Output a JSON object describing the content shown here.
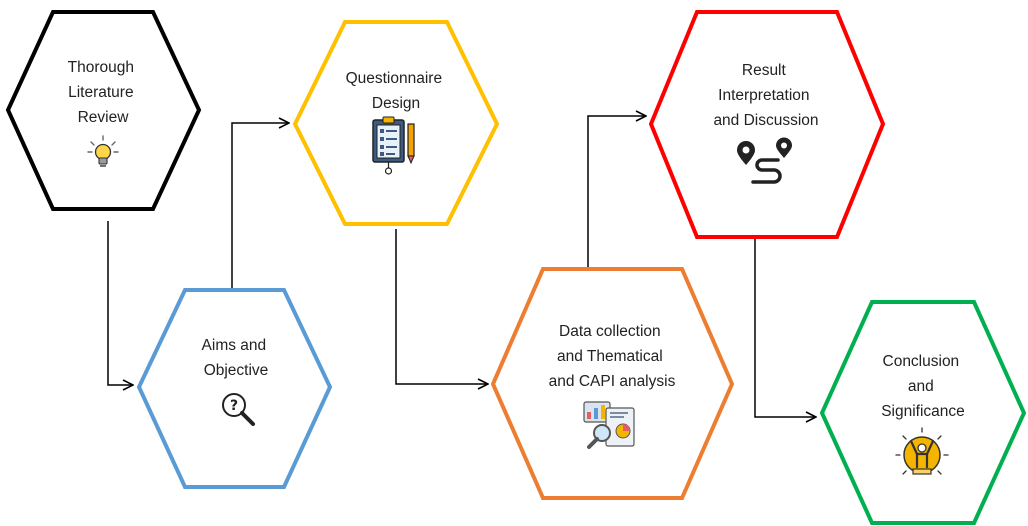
{
  "nodes": [
    {
      "id": "literature",
      "lines": [
        "Thorough",
        "Literature",
        "Review"
      ],
      "color": "#000000",
      "icon": "lightbulb-icon"
    },
    {
      "id": "aims",
      "lines": [
        "Aims and",
        "Objective"
      ],
      "color": "#5b9bd5",
      "icon": "question-magnifier-icon"
    },
    {
      "id": "questionnaire",
      "lines": [
        "Questionnaire",
        "Design"
      ],
      "color": "#ffc000",
      "icon": "clipboard-checklist-icon"
    },
    {
      "id": "data",
      "lines": [
        "Data collection",
        "and Thematical",
        "and CAPI analysis"
      ],
      "color": "#ed7d31",
      "icon": "data-analysis-icon"
    },
    {
      "id": "result",
      "lines": [
        "Result",
        "Interpretation",
        "and Discussion"
      ],
      "color": "#ff0000",
      "icon": "route-pins-icon"
    },
    {
      "id": "conclusion",
      "lines": [
        "Conclusion",
        "and",
        "Significance"
      ],
      "color": "#00b050",
      "icon": "success-person-icon"
    }
  ],
  "edges": [
    {
      "from": "literature",
      "to": "aims"
    },
    {
      "from": "aims",
      "to": "questionnaire"
    },
    {
      "from": "questionnaire",
      "to": "data"
    },
    {
      "from": "data",
      "to": "result"
    },
    {
      "from": "result",
      "to": "conclusion"
    }
  ]
}
